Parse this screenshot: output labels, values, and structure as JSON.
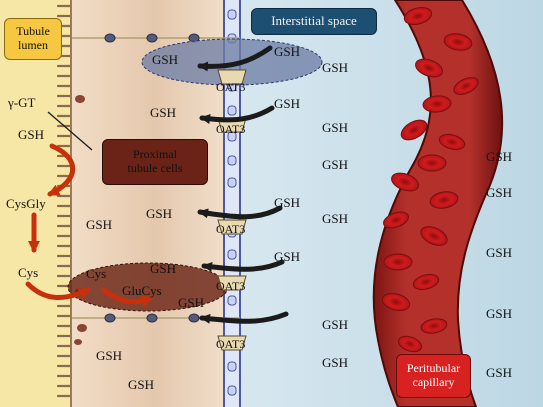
{
  "boxes": {
    "tubule_lumen": "Tubule\nlumen",
    "interstitial_space": "Interstitial space",
    "proximal_tubule_cells": "Proximal\ntubule cells",
    "peritubular_capillary": "Peritubular\ncapillary"
  },
  "metabolites": {
    "gamma_gt": "γ-GT",
    "gsh": "GSH",
    "cysgly": "CysGly",
    "cys": "Cys",
    "glucys": "GluCys"
  },
  "transporter": "OAT3",
  "colors": {
    "tubule_lumen": "#f6c842",
    "cell_cytoplasm": "#e9d0b6",
    "interstitium": "#c7dde8",
    "capillary": "#a8231f",
    "red_blood_cell": "#c4171b",
    "arrow_red": "#d8390e",
    "arrow_dark": "#1b1b1b"
  }
}
